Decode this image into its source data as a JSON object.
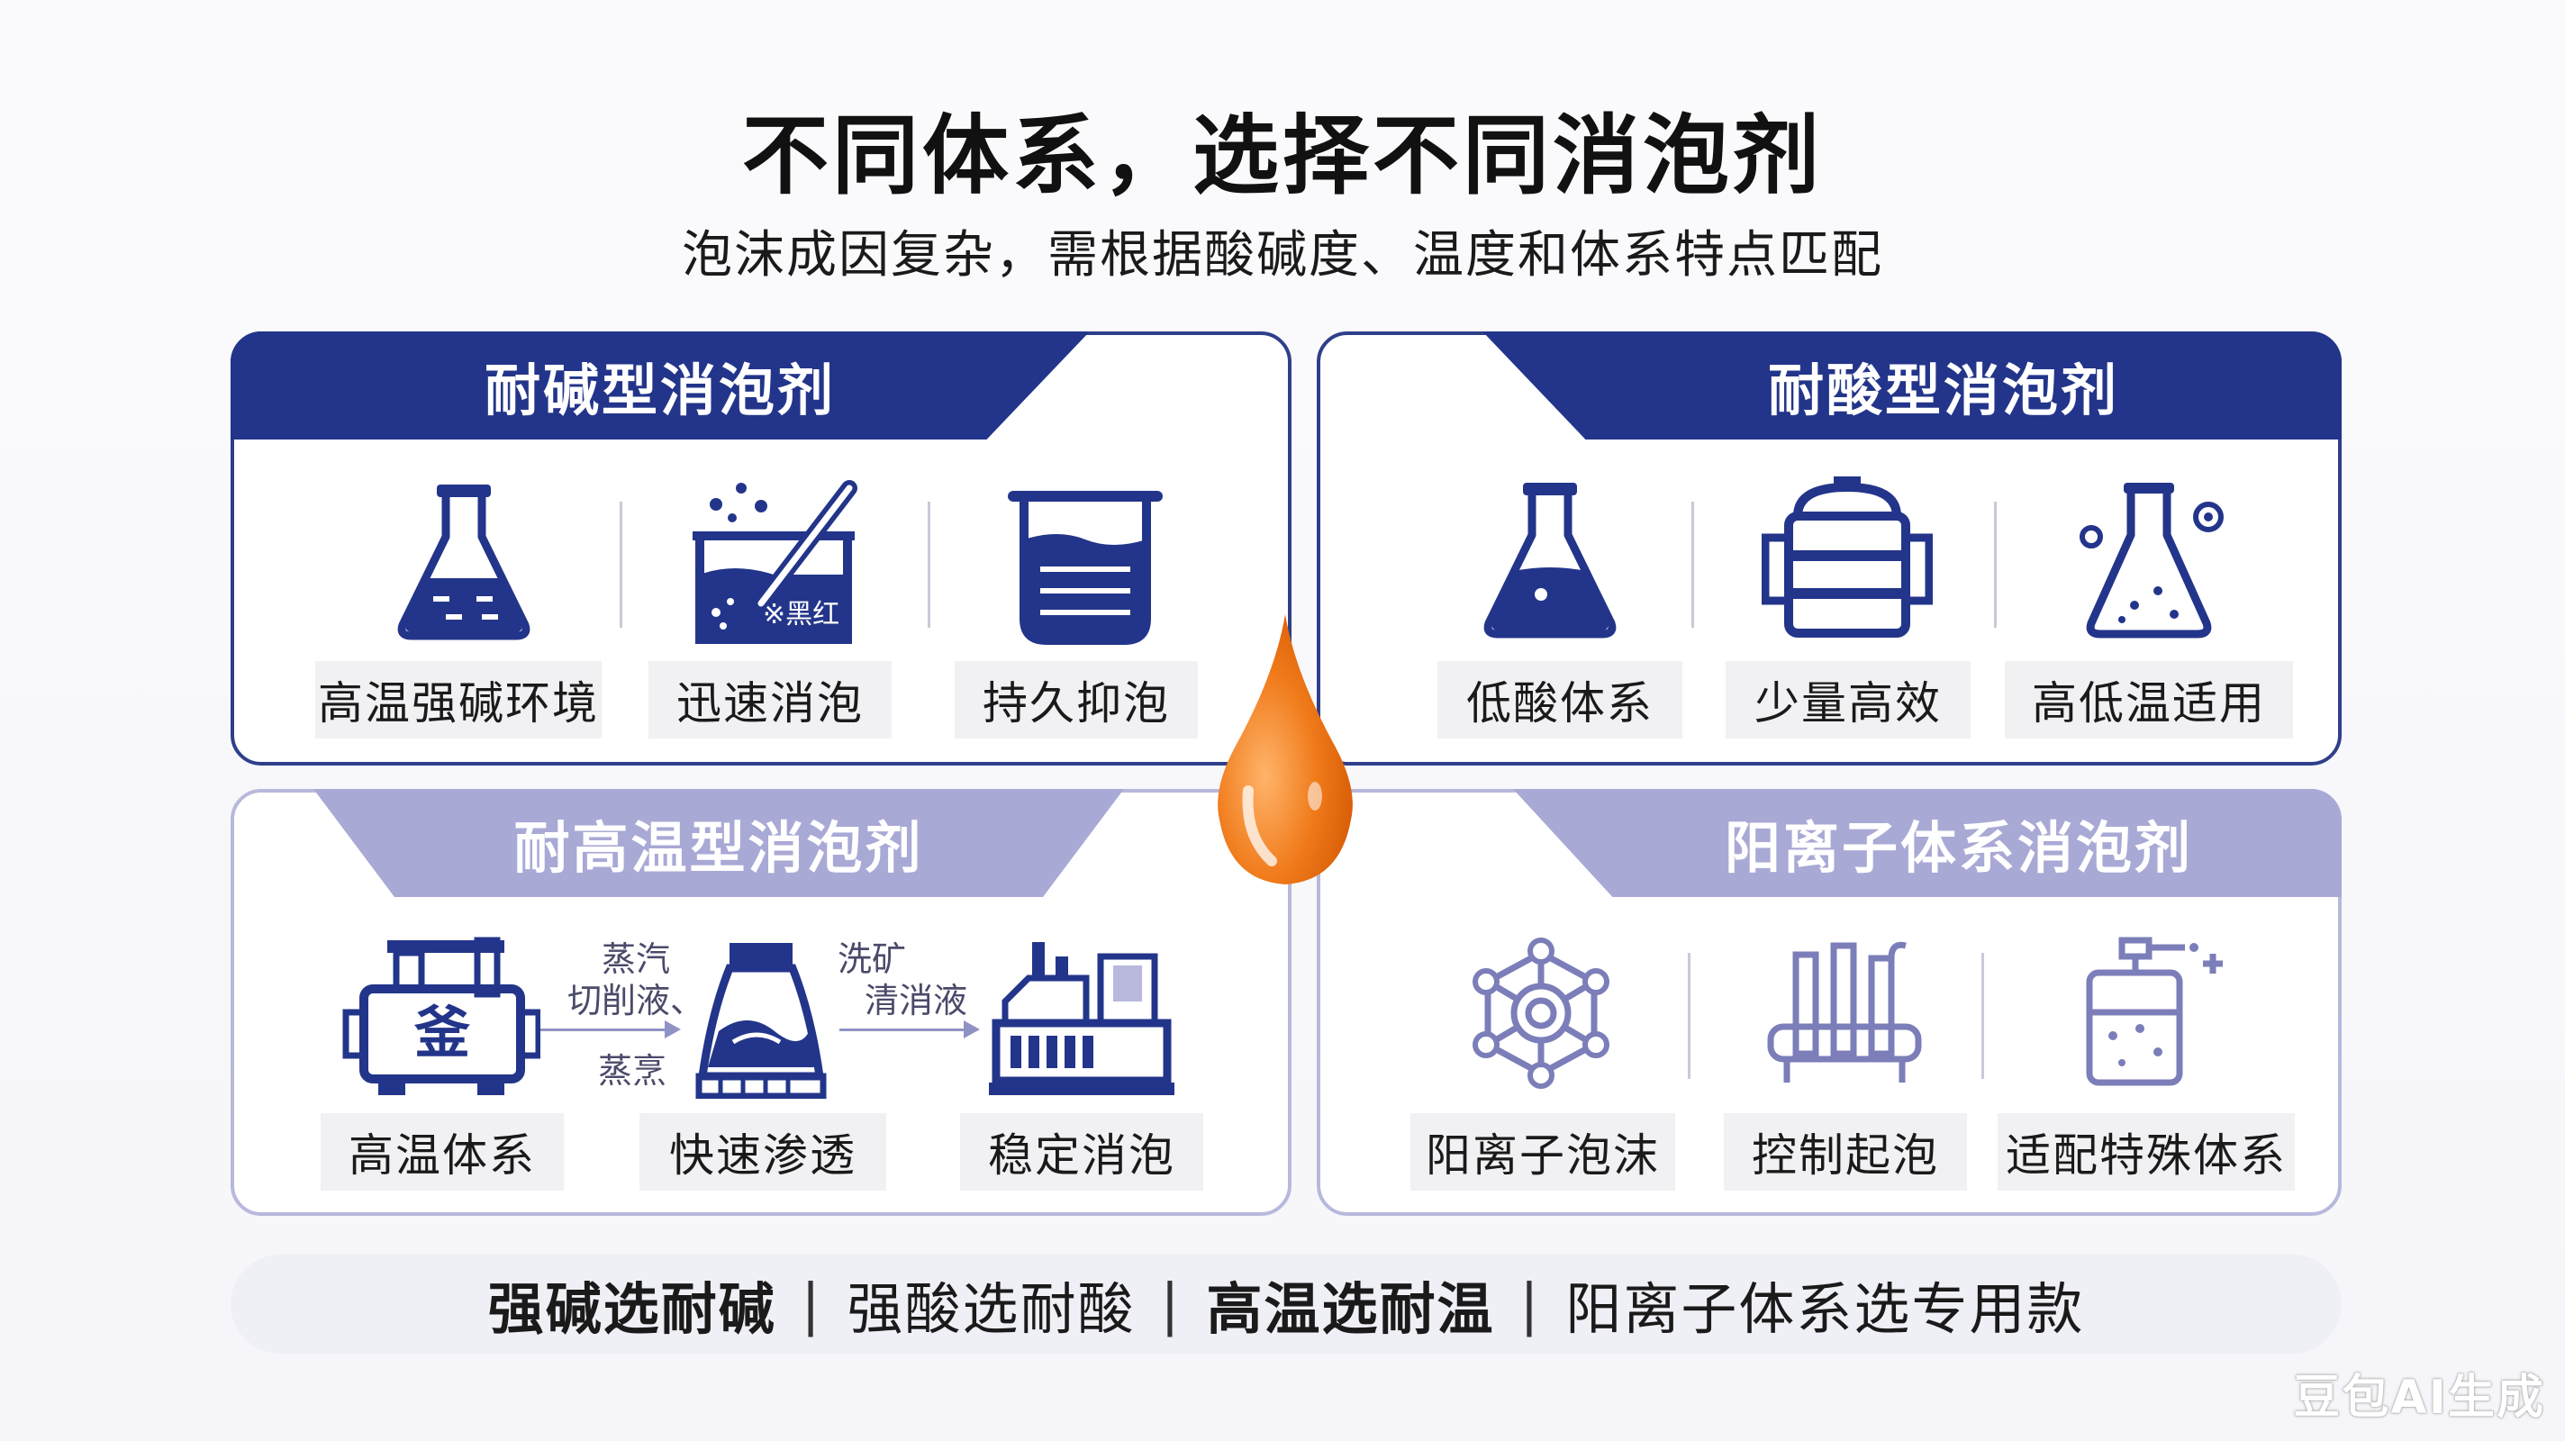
{
  "title": "不同体系，选择不同消泡剂",
  "subtitle": "泡沫成因复杂，需根据酸碱度、温度和体系特点匹配",
  "panels": {
    "alkali": {
      "title": "耐碱型消泡剂",
      "items": [
        "高温强碱环境",
        "迅速消泡",
        "持久抑泡"
      ],
      "icon_text": "※黑红"
    },
    "acid": {
      "title": "耐酸型消泡剂",
      "items": [
        "低酸体系",
        "少量高效",
        "高低温适用"
      ]
    },
    "heat": {
      "title": "耐高温型消泡剂",
      "items": [
        "高温体系",
        "快速渗透",
        "稳定消泡"
      ],
      "kettle_char": "釜",
      "arrow1_top": "蒸汽",
      "arrow1_mid": "切削液、",
      "arrow1_bottom": "蒸烹",
      "arrow2_top": "洗矿",
      "arrow2_mid": "清消液"
    },
    "cation": {
      "title": "阳离子体系消泡剂",
      "items": [
        "阳离子泡沫",
        "控制起泡",
        "适配特殊体系"
      ]
    }
  },
  "footer": {
    "part1": "强碱选耐碱",
    "part2": "强酸选耐酸",
    "part3": "高温选耐温",
    "part4": "阳离子体系选专用款",
    "separator": "|"
  },
  "watermark": "豆包AI生成",
  "colors": {
    "navy": "#23358a",
    "lavender": "#a9a9d6",
    "orange": "#f07a1a"
  }
}
